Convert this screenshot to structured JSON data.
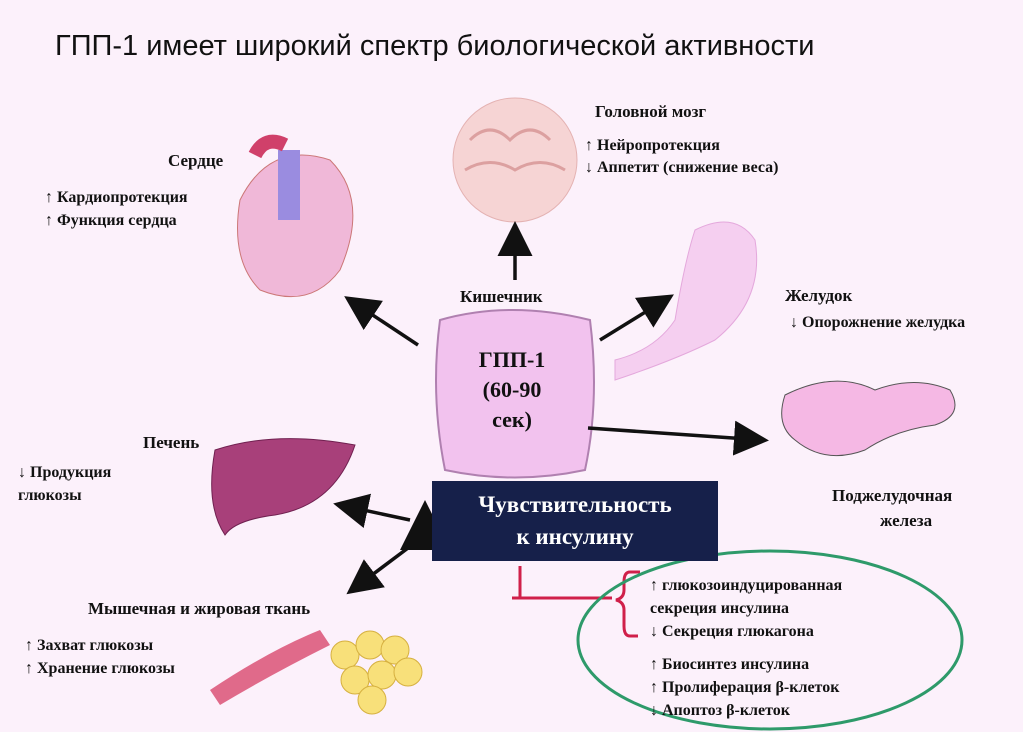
{
  "title": "ГПП-1 имеет широкий спектр биологической активности",
  "center": {
    "organ": "Кишечник",
    "hormone": "ГПП-1",
    "halflife": "(60-90",
    "unit": "сек)"
  },
  "box": {
    "line1": "Чувствительность",
    "line2": "к инсулину"
  },
  "brain": {
    "name": "Головной мозг",
    "effects": [
      "↑ Нейропротекция",
      "↓ Аппетит (снижение веса)"
    ]
  },
  "heart": {
    "name": "Сердце",
    "effects": [
      "↑ Кардиопротекция",
      "↑ Функция сердца"
    ]
  },
  "stomach": {
    "name": "Желудок",
    "effects": [
      "↓ Опорожнение желудка"
    ]
  },
  "pancreas": {
    "name_line1": "Поджелудочная",
    "name_line2": "железа"
  },
  "liver": {
    "name": "Печень",
    "effects": [
      "↓ Продукция",
      "глюкозы"
    ]
  },
  "muscle": {
    "name": "Мышечная и жировая ткань",
    "effects": [
      "↑ Захват глюкозы",
      "↑ Хранение глюкозы"
    ]
  },
  "pancreas_effects": [
    "↑ глюкозоиндуцированная",
    "секреция инсулина",
    "↓ Секреция глюкагона",
    "↑ Биосинтез инсулина",
    "↑ Пролиферация β-клеток",
    "↓ Апоптоз β-клеток"
  ],
  "colors": {
    "background": "#fcf1fb",
    "box": "#16204a",
    "ellipse": "#2e9a6a",
    "bracket": "#d0204a"
  }
}
